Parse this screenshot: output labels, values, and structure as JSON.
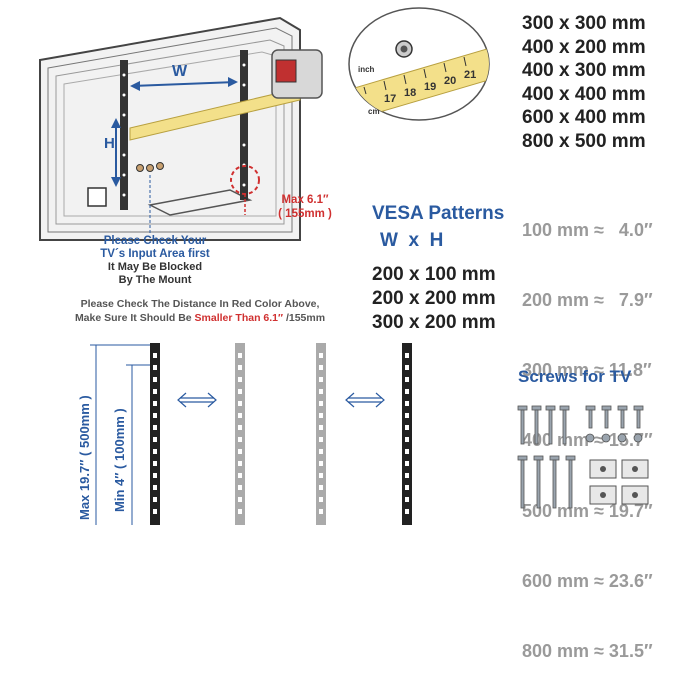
{
  "vesa_large": [
    "300 x 300 mm",
    "400 x 200 mm",
    "400 x 300 mm",
    "400 x 400 mm",
    "600 x 400 mm",
    "800 x 500 mm"
  ],
  "conversions": [
    "100 mm ≈   4.0″",
    "200 mm ≈   7.9″",
    "300 mm ≈ 11.8″",
    "400 mm ≈ 15.7″",
    "500 mm ≈ 19.7″",
    "600 mm ≈ 23.6″",
    "800 mm ≈ 31.5″"
  ],
  "vesa_title": "VESA Patterns",
  "vesa_sub": "W  x  H",
  "vesa_small": [
    "200 x 100 mm",
    "200 x 200 mm",
    "300 x 200 mm"
  ],
  "diagram": {
    "w_label": "W",
    "h_label": "H",
    "max_label_1": "Max  6.1″",
    "max_label_2": "( 155mm )",
    "tape_inch": "inch",
    "tape_cm": "cm",
    "tape_numbers": [
      "17",
      "18",
      "19",
      "20",
      "21"
    ]
  },
  "notes": {
    "input_1": "Please Check Your",
    "input_2": "TV´s Input Area first",
    "blocked_1": "It May Be Blocked",
    "blocked_2": "By The Mount",
    "check_1": "Please Check The Distance In Red Color Above,",
    "check_2a": "Make Sure It Should Be ",
    "check_2b": "Smaller Than 6.1″",
    "check_2c": "  /155mm"
  },
  "bracket": {
    "max_label": "Max  19.7″ ( 500mm )",
    "min_label": "Min  4″ ( 100mm )"
  },
  "screws_title": "Screws for TV"
}
